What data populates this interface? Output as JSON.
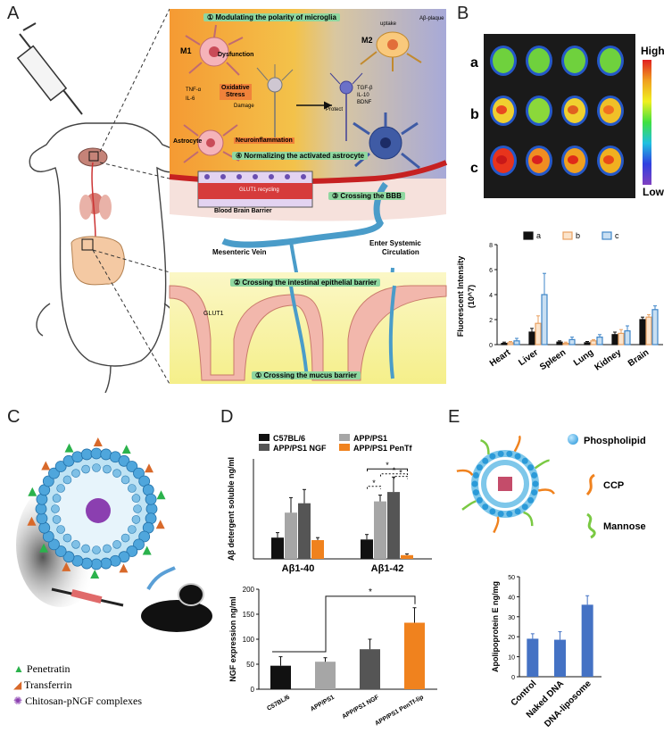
{
  "panels": {
    "A": "A",
    "B": "B",
    "C": "C",
    "D": "D",
    "E": "E"
  },
  "panel_a": {
    "step1": "① Modulating the polarity of microglia",
    "m1": "M1",
    "m2": "M2",
    "uptake": "uptake",
    "abeta_plaque": "Aβ-plaque",
    "dysfunction": "Dysfunction",
    "tnf": "TNF-α",
    "il6": "IL-6",
    "oxidative_stress_1": "Oxidative",
    "oxidative_stress_2": "Stress",
    "damage": "Damage",
    "protect": "Protect",
    "tgf": "TGF-β",
    "il10": "IL-10",
    "bdnf": "BDNF",
    "astrocyte": "Astrocyte",
    "neuroinflammation": "Neuroinflammation",
    "step4": "④ Normalizing the activated astrocyte",
    "glut_recycling": "GLUT1 recycling",
    "bbb": "Blood Brain Barrier",
    "step3": "③ Crossing the BBB",
    "mesenteric_vein": "Mesenteric Vein",
    "enter_systemic_1": "Enter Systemic",
    "enter_systemic_2": "Circulation",
    "step2": "② Crossing the intestinal epithelial barrier",
    "glut1": "GLUT1",
    "step1b": "① Crossing the mucus barrier"
  },
  "panel_b": {
    "rows": [
      "a",
      "b",
      "c"
    ],
    "scale_high": "High",
    "scale_low": "Low",
    "colors": {
      "a": "#111111",
      "b": "#e8a060",
      "c": "#3f86c8"
    }
  },
  "panel_c": {
    "legend": [
      {
        "label": "Penetratin",
        "color": "#2bb24c"
      },
      {
        "label": "Transferrin",
        "color": "#d8692a"
      },
      {
        "label": "Chitosan-pNGF complexes",
        "color": "#8b3fb0"
      }
    ]
  },
  "panel_e": {
    "legend": [
      {
        "label": "Phospholipid"
      },
      {
        "label": "CCP"
      },
      {
        "label": "Mannose"
      }
    ]
  },
  "chart_data": [
    {
      "id": "B-bar",
      "type": "bar",
      "ylabel": "Fluorescent Intensity (10^7)",
      "categories": [
        "Heart",
        "Liver",
        "Spleen",
        "Lung",
        "Kidney",
        "Brain"
      ],
      "ylim": [
        0,
        8
      ],
      "yticks": [
        0,
        2,
        4,
        6,
        8
      ],
      "series": [
        {
          "name": "a",
          "values": [
            0.1,
            1.0,
            0.2,
            0.15,
            0.8,
            2.0
          ],
          "errors": [
            0.1,
            0.3,
            0.1,
            0.1,
            0.2,
            0.2
          ]
        },
        {
          "name": "b",
          "values": [
            0.15,
            1.7,
            0.1,
            0.3,
            0.9,
            2.2
          ],
          "errors": [
            0.1,
            0.6,
            0.1,
            0.1,
            0.3,
            0.2
          ]
        },
        {
          "name": "c",
          "values": [
            0.3,
            4.0,
            0.4,
            0.6,
            1.1,
            2.8
          ],
          "errors": [
            0.2,
            1.7,
            0.2,
            0.2,
            0.4,
            0.3
          ]
        }
      ]
    },
    {
      "id": "D-top",
      "type": "bar",
      "ylabel": "Aβ detergent soluble ng/ml",
      "categories": [
        "Aβ1-40",
        "Aβ1-42"
      ],
      "ylim": [
        0,
        0.8
      ],
      "series": [
        {
          "name": "C57BL/6",
          "color": "#111111",
          "values": [
            0.17,
            0.155
          ],
          "errors": [
            0.04,
            0.04
          ]
        },
        {
          "name": "APP/PS1",
          "color": "#a6a6a6",
          "values": [
            0.37,
            0.46
          ],
          "errors": [
            0.12,
            0.05
          ]
        },
        {
          "name": "APP/PS1 NGF",
          "color": "#555555",
          "values": [
            0.445,
            0.535
          ],
          "errors": [
            0.11,
            0.12
          ]
        },
        {
          "name": "APP/PS1 PenTf",
          "color": "#f0821e",
          "values": [
            0.15,
            0.03
          ],
          "errors": [
            0.02,
            0.01
          ]
        }
      ],
      "annotations": [
        "*",
        "*",
        "*",
        "*"
      ]
    },
    {
      "id": "D-bottom",
      "type": "bar",
      "ylabel": "NGF expression ng/ml",
      "categories": [
        "C57BL/6",
        "APP/PS1",
        "APP/PS1 NGF",
        "APP/PS1 PenTf-lip"
      ],
      "ylim": [
        0,
        200
      ],
      "yticks": [
        0,
        50,
        100,
        150,
        200
      ],
      "colors": [
        "#111111",
        "#a6a6a6",
        "#555555",
        "#f0821e"
      ],
      "values": [
        47,
        55,
        80,
        133
      ],
      "errors": [
        18,
        8,
        20,
        30
      ],
      "annotations": [
        "*"
      ]
    },
    {
      "id": "E-bar",
      "type": "bar",
      "ylabel": "Apolipoprotein E ng/mg",
      "categories": [
        "Control",
        "Naked DNA",
        "DNA-liposome"
      ],
      "ylim": [
        0,
        50
      ],
      "yticks": [
        0,
        10,
        20,
        30,
        40,
        50
      ],
      "color": "#4472c4",
      "values": [
        19,
        18.5,
        36
      ],
      "errors": [
        2.5,
        4,
        4.5
      ]
    }
  ]
}
